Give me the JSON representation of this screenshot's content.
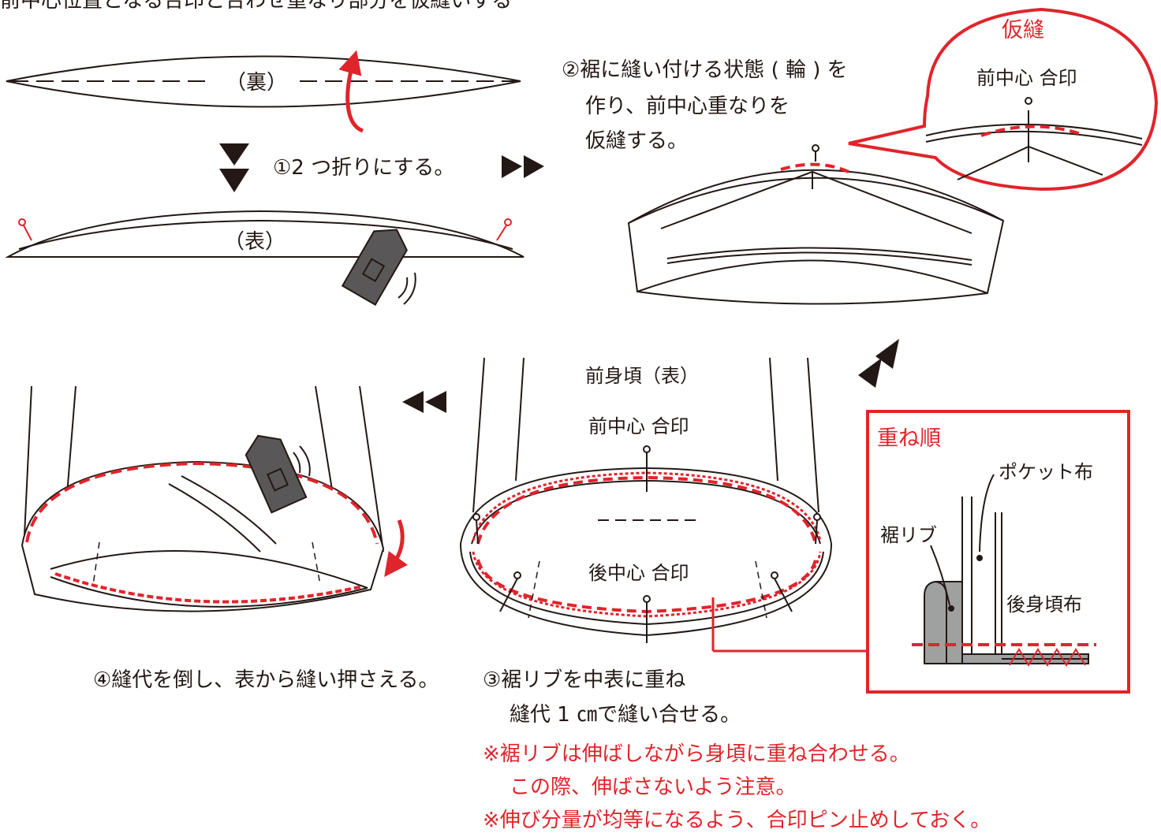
{
  "header_text": "前中心位置となる合印と合わせ重なり部分を仮縫いする",
  "step1": {
    "inside_label": "（裏）",
    "instruction": "①2 つ折りにする。",
    "outside_label": "（表）"
  },
  "step2": {
    "instruction_lines": [
      "②裾に縫い付ける状態 ( 輪 ) を",
      "作り、前中心重なりを",
      "仮縫する。"
    ],
    "callout_title": "仮縫",
    "callout_mark_label": "前中心 合印"
  },
  "step3": {
    "front_body_label": "前身頃（表）",
    "front_center_label": "前中心 合印",
    "back_center_label": "後中心 合印",
    "instruction_lines": [
      "③裾リブを中表に重ね",
      "縫代 1 ㎝で縫い合せる。"
    ],
    "notes": [
      "※裾リブは伸ばしながら身頃に重ね合わせる。",
      "この際、伸ばさないよう注意。",
      "※伸び分量が均等になるよう、合印ピン止めしておく。"
    ]
  },
  "step4": {
    "instruction": "④縫代を倒し、表から縫い押さえる。"
  },
  "layer_order": {
    "title": "重ね順",
    "pocket_label": "ポケット布",
    "rib_label": "裾リブ",
    "back_body_label": "後身頃布"
  },
  "colors": {
    "accent_red": "#e0242b",
    "line": "#231815",
    "gray_fill": "#9fa0a0",
    "dark_gray": "#595757"
  }
}
